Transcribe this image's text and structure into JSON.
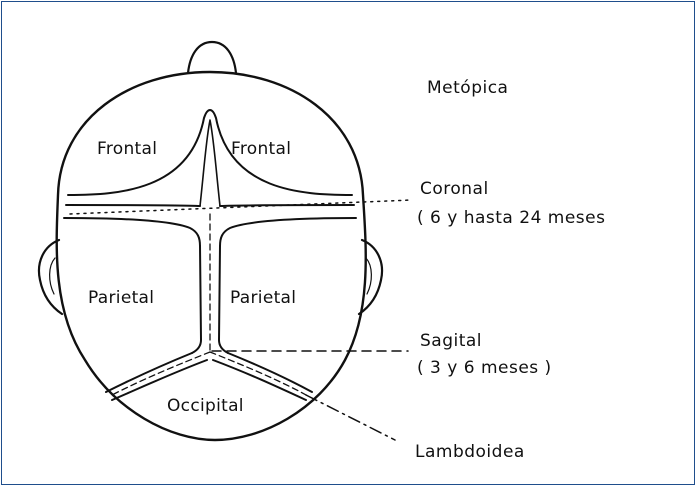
{
  "bones": {
    "frontal_left": "Frontal",
    "frontal_right": "Frontal",
    "parietal_left": "Parietal",
    "parietal_right": "Parietal",
    "occipital": "Occipital"
  },
  "sutures": {
    "metopica": {
      "name": "Metópica"
    },
    "coronal": {
      "name": "Coronal",
      "closure": "( 6  y  hasta  24 meses"
    },
    "sagital": {
      "name": "Sagital",
      "closure": "( 3 y 6 meses )"
    },
    "lambdoidea": {
      "name": "Lambdoidea"
    }
  },
  "colors": {
    "ink": "#111111",
    "frame_border": "#1f4e8c",
    "background": "#ffffff"
  }
}
